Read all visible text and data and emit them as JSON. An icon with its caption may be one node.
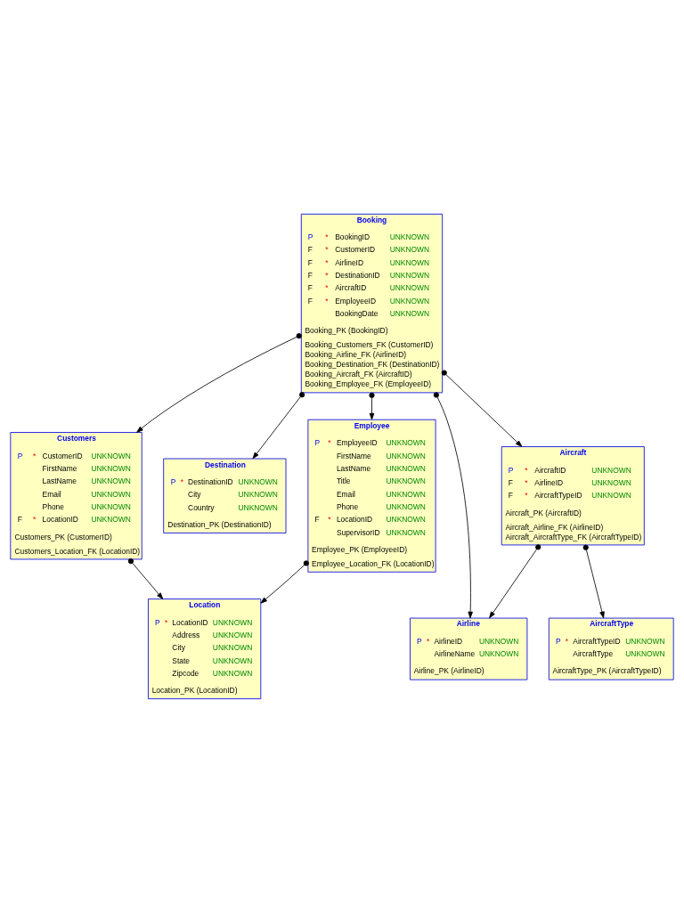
{
  "diagram": {
    "nodes": [
      {
        "text": [
          "Customers",
          "P * CustomerID UNKNOWN",
          "FirstName UNKNOWN",
          "LastName UNKNOWN",
          "Email UNKNOWN",
          "Phone UNKNOWN",
          "F * LocationID UNKNOWN",
          "Customers_PK (CustomerID)",
          "Customers_Location_FK (LocationID)"
        ]
      },
      {
        "text": [
          "Destination",
          "P * DestinationID UNKNOWN",
          "City UNKNOWN",
          "Country UNKNOWN",
          "Destination_PK (DestinationID)"
        ]
      },
      {
        "text": [
          "Airline",
          "P * AirlineID UNKNOWN",
          "AirlineName UNKNOWN",
          "Airline_PK (AirlineID)"
        ]
      },
      {
        "text": [
          "Booking",
          "P * BookingID UNKNOWN",
          "F * CustomerID UNKNOWN",
          "F * AirlineID UNKNOWN",
          "F * DestinationID UNKNOWN",
          "F * AircraftID UNKNOWN",
          "F * EmployeeID UNKNOWN",
          "BookingDate UNKNOWN",
          "Booking_PK (BookingID)",
          "Booking_Customers_FK (CustomerID)",
          "Booking_Airline_FK (AirlineID)",
          "Booking_Destination_FK (DestinationID)",
          "Booking_Aircraft_FK (AircraftID)",
          "Booking_Employee_FK (EmployeeID)"
        ]
      },
      {
        "text": [
          "Location",
          "P * LocationID UNKNOWN",
          "Address UNKNOWN",
          "City UNKNOWN",
          "State UNKNOWN",
          "Zipcode UNKNOWN",
          "Location_PK (LocationID)"
        ]
      },
      {
        "text": [
          "AircraftType",
          "P * AircraftTypeID UNKNOWN",
          "AircraftType UNKNOWN",
          "AircraftType_PK (AircraftTypeID)"
        ]
      },
      {
        "text": [
          "Employee",
          "P * EmployeeID UNKNOWN",
          "FirstName UNKNOWN",
          "LastName UNKNOWN",
          "Title UNKNOWN",
          "Email UNKNOWN",
          "Phone UNKNOWN",
          "F * LocationID UNKNOWN",
          "SupervisorID UNKNOWN",
          "Employee_PK (EmployeeID)",
          "Employee_Location_FK (LocationID)"
        ]
      },
      {
        "text": [
          "Aircraft",
          "P * AircraftID UNKNOWN",
          "F * AirlineID UNKNOWN",
          "F * AircraftTypeID UNKNOWN",
          "Aircraft_PK (AircraftID)",
          "Aircraft_Airline_FK (AirlineID)",
          "Aircraft_AircraftType_FK (AircraftTypeID)"
        ]
      }
    ],
    "edges": [
      {
        "from": 3,
        "to": 0,
        "arrow": "to"
      },
      {
        "from": 0,
        "to": 4,
        "arrow": "to"
      },
      {
        "from": 3,
        "to": 1,
        "arrow": "to"
      },
      {
        "from": 3,
        "to": 2,
        "arrow": "to"
      },
      {
        "from": 3,
        "to": 6,
        "arrow": "to"
      },
      {
        "from": 6,
        "to": 4,
        "arrow": "to"
      },
      {
        "from": 3,
        "to": 7,
        "arrow": "to"
      },
      {
        "from": 7,
        "to": 2,
        "arrow": "to"
      },
      {
        "from": 7,
        "to": 5,
        "arrow": "to"
      }
    ]
  }
}
